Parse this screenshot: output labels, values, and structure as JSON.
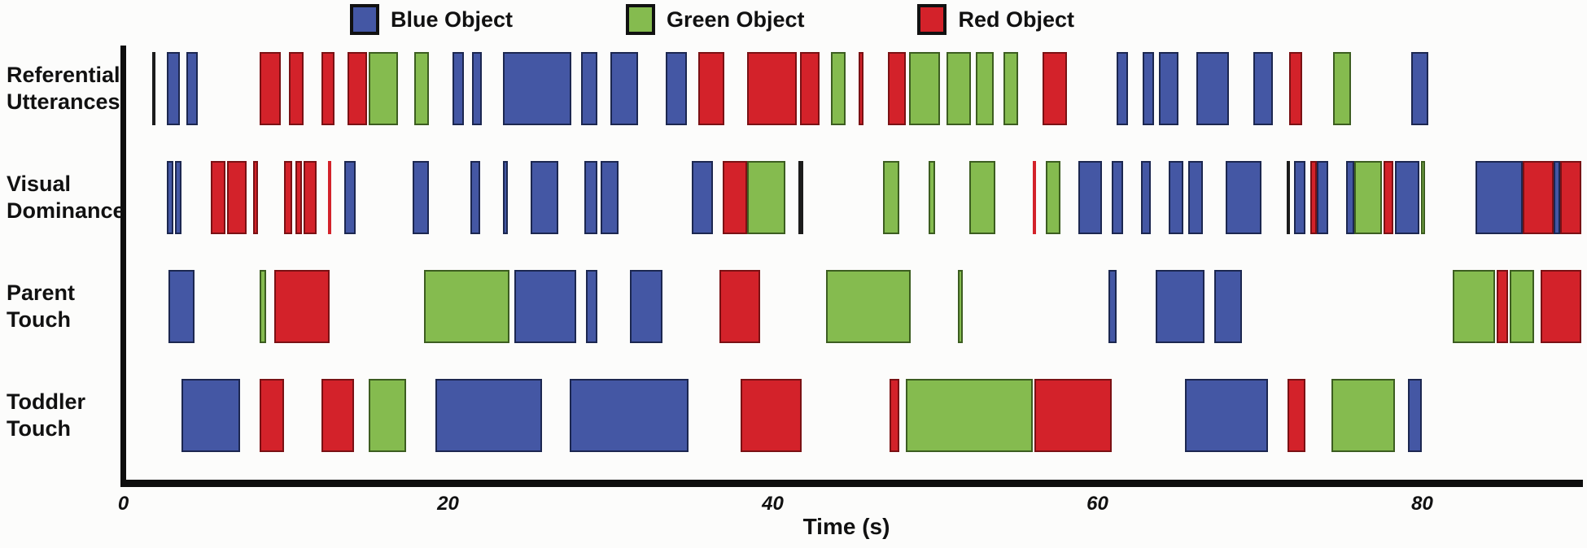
{
  "legend": {
    "items": [
      {
        "label": "Blue Object",
        "color_key": "blue"
      },
      {
        "label": "Green Object",
        "color_key": "green"
      },
      {
        "label": "Red Object",
        "color_key": "red"
      }
    ]
  },
  "colors": {
    "blue": {
      "fill": "#4457a4",
      "border": "#1c2750"
    },
    "green": {
      "fill": "#85bb4f",
      "border": "#3c5d20"
    },
    "red": {
      "fill": "#d3222a",
      "border": "#7a1114"
    },
    "dark": {
      "fill": "#1c1c1c",
      "border": "#1c1c1c"
    },
    "axis": "#0e0e0e",
    "background": "#fcfcfb"
  },
  "chart_data": {
    "type": "timeline",
    "xlabel": "Time (s)",
    "x_ticks": [
      0,
      20,
      40,
      60,
      80
    ],
    "x_range": [
      0,
      90
    ],
    "legend_position": "top",
    "rows": [
      {
        "label_lines": [
          "Referential",
          "Utterances"
        ],
        "intervals": [
          [
            1.8,
            2.0,
            "dark"
          ],
          [
            2.7,
            3.5,
            "blue"
          ],
          [
            3.9,
            4.6,
            "blue"
          ],
          [
            8.4,
            9.7,
            "red"
          ],
          [
            10.2,
            11.1,
            "red"
          ],
          [
            12.2,
            13.0,
            "red"
          ],
          [
            13.8,
            15.0,
            "red"
          ],
          [
            15.1,
            16.9,
            "green"
          ],
          [
            17.9,
            18.8,
            "green"
          ],
          [
            20.3,
            21.0,
            "blue"
          ],
          [
            21.5,
            22.1,
            "blue"
          ],
          [
            23.4,
            27.6,
            "blue"
          ],
          [
            28.2,
            29.2,
            "blue"
          ],
          [
            30.0,
            31.7,
            "blue"
          ],
          [
            33.4,
            34.7,
            "blue"
          ],
          [
            35.4,
            37.0,
            "red"
          ],
          [
            38.4,
            41.5,
            "red"
          ],
          [
            41.7,
            42.9,
            "red"
          ],
          [
            43.6,
            44.5,
            "green"
          ],
          [
            45.3,
            45.6,
            "red"
          ],
          [
            47.1,
            48.2,
            "red"
          ],
          [
            48.4,
            50.3,
            "green"
          ],
          [
            50.7,
            52.2,
            "green"
          ],
          [
            52.5,
            53.6,
            "green"
          ],
          [
            54.2,
            55.1,
            "green"
          ],
          [
            56.6,
            58.1,
            "red"
          ],
          [
            61.2,
            61.9,
            "blue"
          ],
          [
            62.8,
            63.5,
            "blue"
          ],
          [
            63.8,
            65.0,
            "blue"
          ],
          [
            66.1,
            68.1,
            "blue"
          ],
          [
            69.6,
            70.8,
            "blue"
          ],
          [
            71.8,
            72.6,
            "red"
          ],
          [
            74.5,
            75.6,
            "green"
          ],
          [
            79.3,
            80.4,
            "blue"
          ]
        ]
      },
      {
        "label_lines": [
          "Visual",
          "Dominance"
        ],
        "intervals": [
          [
            2.7,
            3.1,
            "blue"
          ],
          [
            3.2,
            3.6,
            "blue"
          ],
          [
            5.4,
            6.3,
            "red"
          ],
          [
            6.4,
            7.6,
            "red"
          ],
          [
            8.0,
            8.3,
            "red"
          ],
          [
            9.9,
            10.4,
            "red"
          ],
          [
            10.6,
            11.0,
            "red"
          ],
          [
            11.1,
            11.9,
            "red"
          ],
          [
            12.6,
            12.8,
            "red"
          ],
          [
            13.6,
            14.3,
            "blue"
          ],
          [
            17.8,
            18.8,
            "blue"
          ],
          [
            21.4,
            22.0,
            "blue"
          ],
          [
            23.4,
            23.7,
            "blue"
          ],
          [
            25.1,
            26.8,
            "blue"
          ],
          [
            28.4,
            29.2,
            "blue"
          ],
          [
            29.4,
            30.5,
            "blue"
          ],
          [
            35.0,
            36.3,
            "blue"
          ],
          [
            36.9,
            38.4,
            "red"
          ],
          [
            38.4,
            40.8,
            "green"
          ],
          [
            41.6,
            41.9,
            "dark"
          ],
          [
            46.8,
            47.8,
            "green"
          ],
          [
            49.6,
            50.0,
            "green"
          ],
          [
            52.1,
            53.7,
            "green"
          ],
          [
            56.0,
            56.2,
            "red"
          ],
          [
            56.8,
            57.7,
            "green"
          ],
          [
            58.8,
            60.3,
            "blue"
          ],
          [
            60.9,
            61.6,
            "blue"
          ],
          [
            62.7,
            63.3,
            "blue"
          ],
          [
            64.4,
            65.3,
            "blue"
          ],
          [
            65.6,
            66.5,
            "blue"
          ],
          [
            67.9,
            70.1,
            "blue"
          ],
          [
            71.65,
            71.85,
            "dark"
          ],
          [
            72.1,
            72.8,
            "blue"
          ],
          [
            73.1,
            73.5,
            "red"
          ],
          [
            73.5,
            74.2,
            "blue"
          ],
          [
            75.3,
            75.8,
            "blue"
          ],
          [
            75.8,
            77.5,
            "green"
          ],
          [
            77.6,
            78.2,
            "red"
          ],
          [
            78.3,
            79.8,
            "blue"
          ],
          [
            79.9,
            80.2,
            "green"
          ],
          [
            83.3,
            86.2,
            "blue"
          ],
          [
            86.2,
            88.1,
            "red"
          ],
          [
            88.1,
            88.5,
            "blue"
          ],
          [
            88.5,
            89.8,
            "red"
          ]
        ]
      },
      {
        "label_lines": [
          "Parent",
          "Touch"
        ],
        "intervals": [
          [
            2.8,
            4.4,
            "blue"
          ],
          [
            8.4,
            8.8,
            "green"
          ],
          [
            9.3,
            12.7,
            "red"
          ],
          [
            18.5,
            23.8,
            "green"
          ],
          [
            24.1,
            27.9,
            "blue"
          ],
          [
            28.5,
            29.2,
            "blue"
          ],
          [
            31.2,
            33.2,
            "blue"
          ],
          [
            36.7,
            39.2,
            "red"
          ],
          [
            43.3,
            48.5,
            "green"
          ],
          [
            51.4,
            51.7,
            "green"
          ],
          [
            60.7,
            61.2,
            "blue"
          ],
          [
            63.6,
            66.6,
            "blue"
          ],
          [
            67.2,
            68.9,
            "blue"
          ],
          [
            81.9,
            84.5,
            "green"
          ],
          [
            84.6,
            85.3,
            "red"
          ],
          [
            85.4,
            86.9,
            "green"
          ],
          [
            87.3,
            89.8,
            "red"
          ]
        ]
      },
      {
        "label_lines": [
          "Toddler",
          "Touch"
        ],
        "intervals": [
          [
            3.6,
            7.2,
            "blue"
          ],
          [
            8.4,
            9.9,
            "red"
          ],
          [
            12.2,
            14.2,
            "red"
          ],
          [
            15.1,
            17.4,
            "green"
          ],
          [
            19.2,
            25.8,
            "blue"
          ],
          [
            27.5,
            34.8,
            "blue"
          ],
          [
            38.0,
            41.8,
            "red"
          ],
          [
            47.2,
            47.8,
            "red"
          ],
          [
            48.2,
            56.0,
            "green"
          ],
          [
            56.1,
            60.9,
            "red"
          ],
          [
            65.4,
            70.5,
            "blue"
          ],
          [
            71.7,
            72.8,
            "red"
          ],
          [
            74.4,
            78.3,
            "green"
          ],
          [
            79.1,
            80.0,
            "blue"
          ]
        ]
      }
    ]
  }
}
